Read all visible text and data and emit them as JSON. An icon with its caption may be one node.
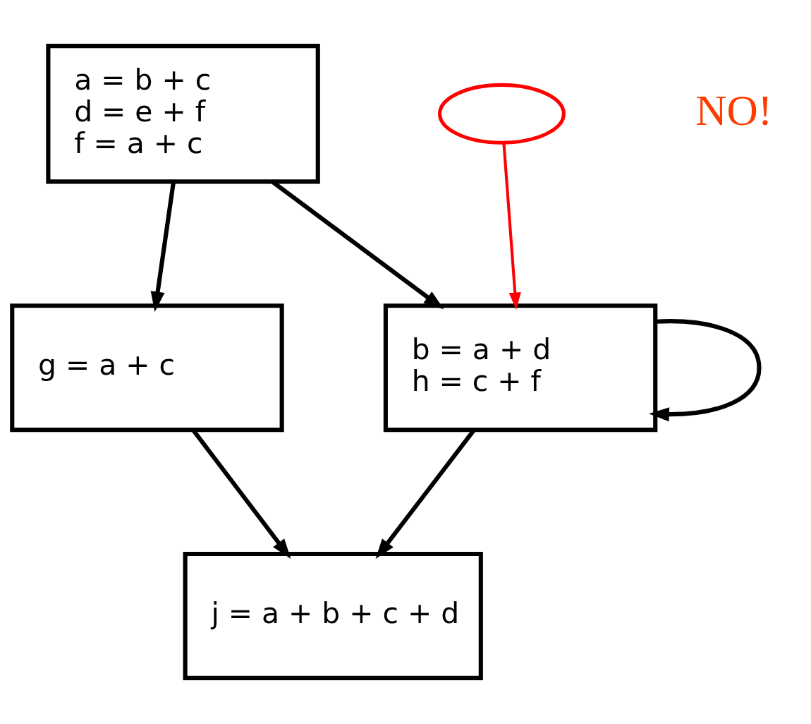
{
  "diagram": {
    "nodes": [
      {
        "text": [
          "a = b + c",
          "d = e + f",
          "f = a + c"
        ]
      },
      {
        "text": [
          "g = a + c"
        ]
      },
      {
        "text": [
          "b = a + d",
          "h = c + f"
        ]
      },
      {
        "text": [
          "j = a + b + c + d"
        ]
      },
      {
        "text": [],
        "shape": "circle"
      }
    ],
    "edges": [
      {
        "from": 0,
        "to": 1,
        "arrow": "to"
      },
      {
        "from": 0,
        "to": 2,
        "arrow": "to"
      },
      {
        "from": 2,
        "to": 2,
        "arrow": "to"
      },
      {
        "from": 1,
        "to": 3,
        "arrow": "to"
      },
      {
        "from": 2,
        "to": 3,
        "arrow": "to"
      },
      {
        "from": 4,
        "to": 2,
        "arrow": "to",
        "color": "#ff0000"
      }
    ],
    "labels": [
      "NO!"
    ]
  }
}
